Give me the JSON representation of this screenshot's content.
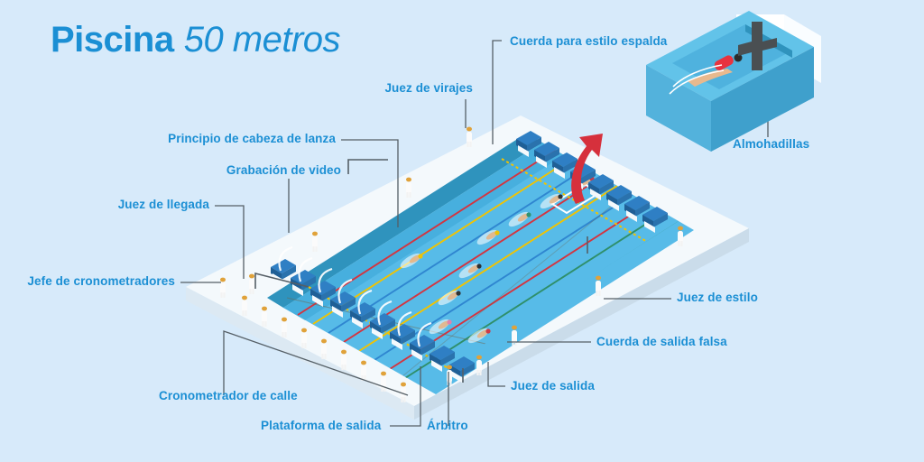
{
  "header": {
    "title_bold": "Piscina",
    "title_italic": "50 metros",
    "title_color": "#1b8fd4"
  },
  "theme": {
    "background": "#d7eafa",
    "label_color": "#1b8fd4",
    "leader_line_color": "#555f66",
    "deck_color": "#f2f7fb",
    "deck_side_color": "#cfe3f2",
    "water_color": "#57bbe8",
    "water_deep_color": "#2e9bc4",
    "wall_color": "#2f93bd",
    "block_color": "#1f6fb2",
    "rope_red": "#d4343f",
    "rope_yellow": "#f2c300",
    "rope_blue": "#2f86d0",
    "rope_green": "#2f8f6a",
    "arrow_color": "#d6303c",
    "touchpad_color": "#4a4f52",
    "swimsuit_color": "#e8333f",
    "official_color": "#ffffff"
  },
  "callouts": [
    {
      "id": "cuerda-estilo-espalda",
      "text": "Cuerda para estilo espalda"
    },
    {
      "id": "juez-de-virajes",
      "text": "Juez de virajes"
    },
    {
      "id": "principio-cabeza-de-lanza",
      "text": "Principio de cabeza de lanza"
    },
    {
      "id": "grabacion-de-video",
      "text": "Grabación de video"
    },
    {
      "id": "juez-de-llegada",
      "text": "Juez de llegada"
    },
    {
      "id": "jefe-de-cronometradores",
      "text": "Jefe de cronometradores"
    },
    {
      "id": "cronometrador-de-calle",
      "text": "Cronometrador de calle"
    },
    {
      "id": "plataforma-de-salida",
      "text": "Plataforma de salida"
    },
    {
      "id": "arbitro",
      "text": "Árbitro"
    },
    {
      "id": "juez-de-salida",
      "text": "Juez de salida"
    },
    {
      "id": "cuerda-de-salida-falsa",
      "text": "Cuerda de salida falsa"
    },
    {
      "id": "juez-de-estilo",
      "text": "Juez de estilo"
    },
    {
      "id": "almohadillas",
      "text": "Almohadillas"
    }
  ],
  "diagram": {
    "pool": {
      "lanes": 10,
      "lane_rope_colors": [
        "#d4343f",
        "#f2c300",
        "#2f86d0",
        "#2f8f6a"
      ],
      "starting_blocks_near": 10,
      "starting_blocks_far": 10,
      "swimmer_cap_colors": [
        "#f2c300",
        "#2f8f6a",
        "#2b2b2b",
        "#d4343f",
        "#e87fa8",
        "#2b2b2b",
        "#d4343f",
        "#f2c300"
      ],
      "officials_count": 24
    },
    "inset": {
      "name": "touchpad-detail",
      "swimmer_suit": "#e8333f",
      "touchpad": "#4a4f52"
    }
  }
}
